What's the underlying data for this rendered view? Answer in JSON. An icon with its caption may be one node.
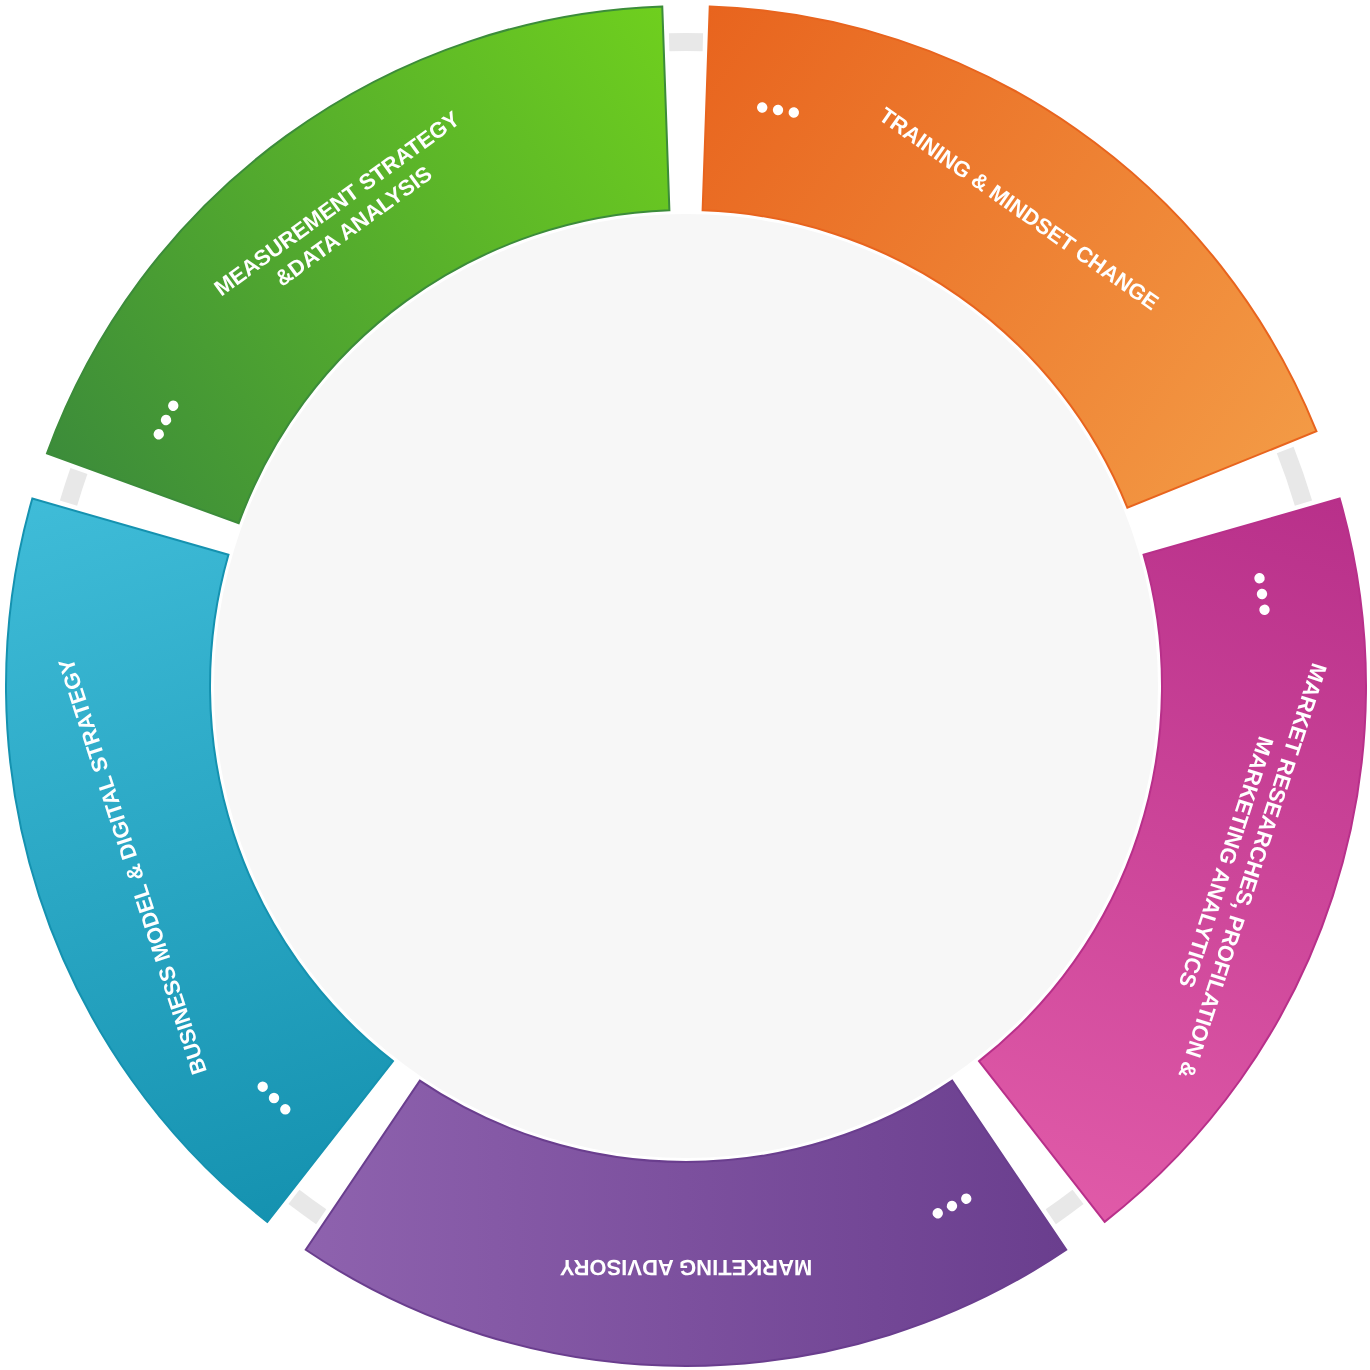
{
  "diagram": {
    "nodes": [
      {
        "text": [
          "TRAINING & MINDSET CHANGE"
        ]
      },
      {
        "text": [
          "MARKET RESEARCHES, PROFILATION & MARKETING ANALYTICS"
        ]
      },
      {
        "text": [
          "MARKETING ADVISORY"
        ]
      },
      {
        "text": [
          "BUSINESS MODEL & DIGITAL STRATEGY"
        ]
      },
      {
        "text": [
          "MEASUREMENT STRATEGY &DATA ANALYSIS"
        ]
      }
    ]
  }
}
